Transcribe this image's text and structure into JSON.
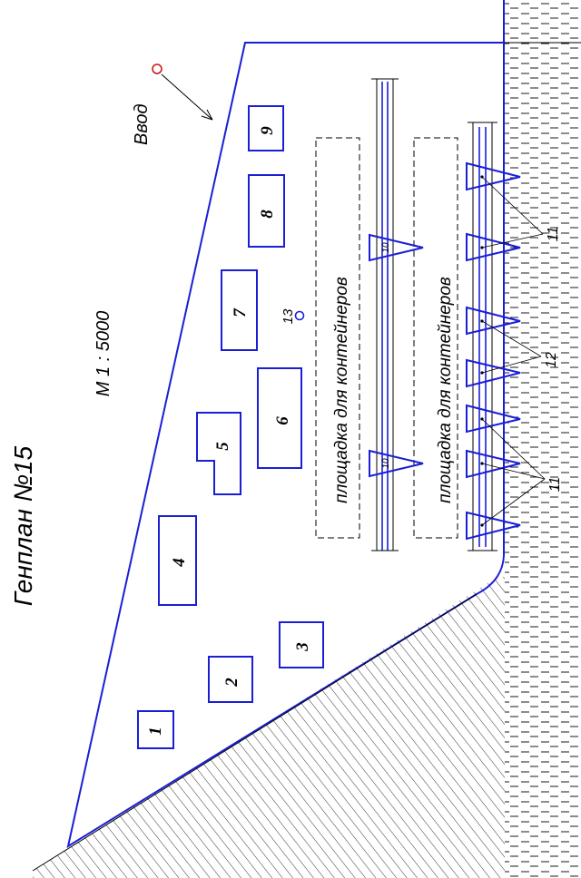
{
  "title": "Генплан №15",
  "scale": "М 1 : 5000",
  "entrance": "Ввод",
  "buildings": [
    {
      "id": "1",
      "label": "1"
    },
    {
      "id": "2",
      "label": "2"
    },
    {
      "id": "3",
      "label": "3"
    },
    {
      "id": "4",
      "label": "4"
    },
    {
      "id": "5",
      "label": "5"
    },
    {
      "id": "6",
      "label": "6"
    },
    {
      "id": "7",
      "label": "7"
    },
    {
      "id": "8",
      "label": "8"
    },
    {
      "id": "9",
      "label": "9"
    }
  ],
  "container_areas": [
    "площадка для контейнеров",
    "площадка для контейнеров"
  ],
  "crane_label": "10",
  "callouts": {
    "cranes_a": "11",
    "cranes_b": "12",
    "cranes_c": "11",
    "point": "13"
  },
  "colors": {
    "outline": "#1a1fd6",
    "hatch": "#000000"
  }
}
